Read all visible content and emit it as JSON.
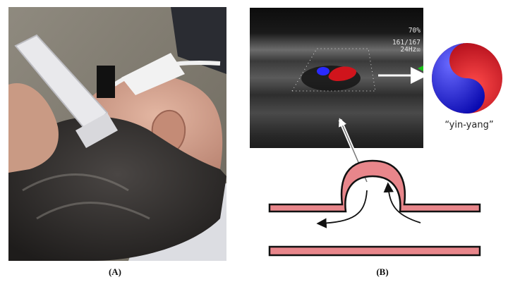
{
  "panel_a": {
    "label": "(A)"
  },
  "panel_b": {
    "label": "(B)",
    "ultrasound": {
      "gain": "70%",
      "frames": "161/167",
      "rate": "24Hz☒"
    },
    "yin_yang_caption": "“yin-yang”"
  },
  "colors": {
    "doppler_red": "#d0141c",
    "doppler_blue": "#2a2aff",
    "vessel_wall": "#e8868b",
    "vessel_edge": "#111111",
    "ultrasound_bg": "#0c0c0c"
  }
}
